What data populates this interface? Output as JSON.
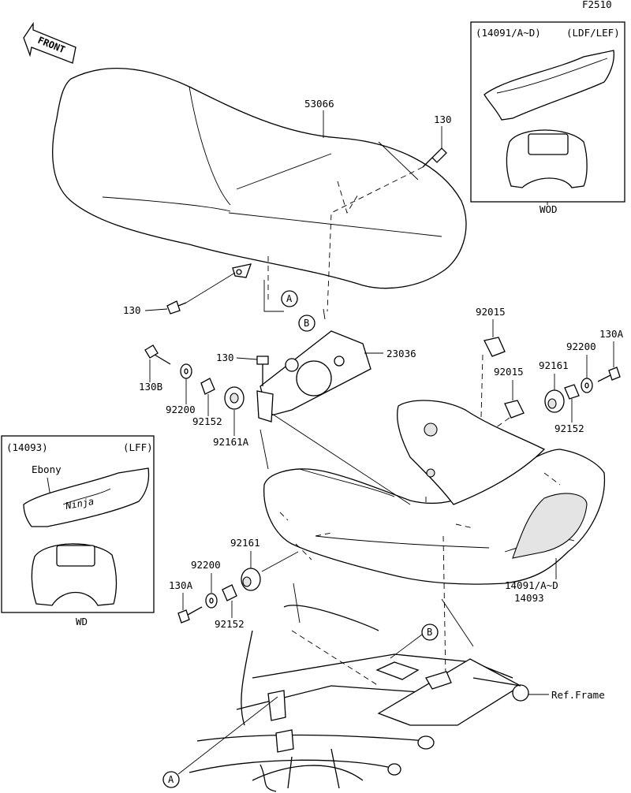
{
  "figure_code": "F2510",
  "front_label": "FRONT",
  "callouts": {
    "seat": "53066",
    "bolt_seat_top": "130",
    "bolt_seat_left": "130",
    "bolt_bracket": "130",
    "bolt_b": "130B",
    "bolt_a_right": "130A",
    "bolt_a_left": "130A",
    "bracket": "23036",
    "washer_left": "92200",
    "washer_right": "92200",
    "washer_lower": "92200",
    "collar_left": "92152",
    "collar_right": "92152",
    "collar_lower": "92152",
    "damper_left": "92161A",
    "damper_right": "92161",
    "damper_lower": "92161",
    "clip_top": "92015",
    "clip_mid": "92015",
    "cover_ref1": "14091/A~D",
    "cover_ref2": "14093",
    "frame": "Ref.Frame"
  },
  "markers": {
    "a_upper": "A",
    "b_upper": "B",
    "b_lower": "B",
    "a_lower": "A"
  },
  "inset_wod": {
    "ref": "(14091/A~D)",
    "variant": "(LDF/LEF)",
    "caption": "WOD"
  },
  "inset_wd": {
    "ref": "(14093)",
    "variant": "(LFF)",
    "note": "Ebony",
    "caption": "WD"
  },
  "colors": {
    "line": "#000000",
    "background": "#ffffff"
  }
}
